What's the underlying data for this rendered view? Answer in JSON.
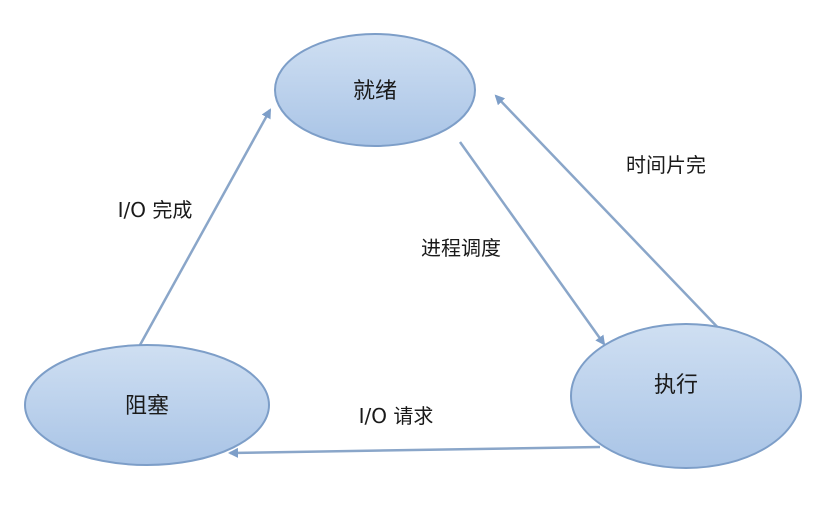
{
  "nodes": {
    "ready": "就绪",
    "blocked": "阻塞",
    "running": "执行"
  },
  "edges": {
    "io_complete": "I/O 完成",
    "dispatch": "进程调度",
    "timeslice_expired": "时间片完",
    "io_request": "I/O 请求"
  },
  "colors": {
    "node_fill_top": "#cfdff2",
    "node_fill_bottom": "#a9c4e6",
    "node_stroke": "#7d9ec8",
    "arrow": "#8aa6c9"
  }
}
